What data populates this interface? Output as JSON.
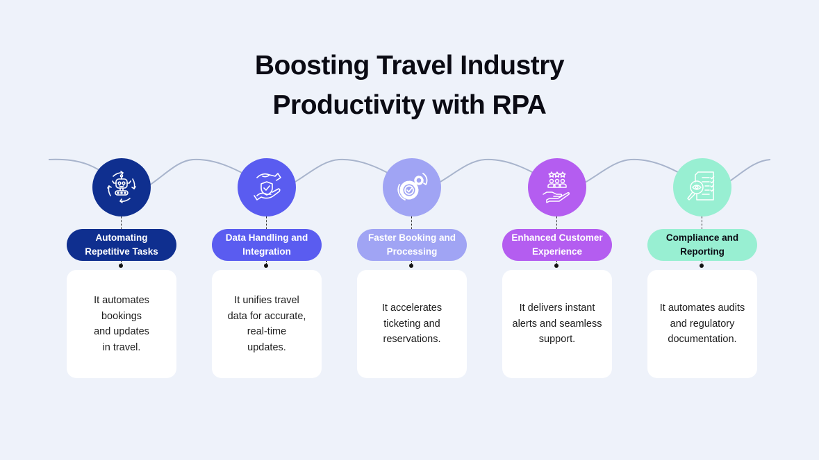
{
  "title": {
    "line1": "Boosting Travel Industry",
    "line2": "Productivity with RPA"
  },
  "steps": [
    {
      "icon": "robot-automation-icon",
      "heading": "Automating\nRepetitive Tasks",
      "description": "It automates\nbookings\nand updates\nin travel.",
      "color": "#0f2f8f",
      "text_color": "#ffffff"
    },
    {
      "icon": "hands-shield-icon",
      "heading": "Data Handling and\nIntegration",
      "description": "It unifies travel\ndata for accurate,\nreal-time\nupdates.",
      "color": "#5a5cf0",
      "text_color": "#ffffff"
    },
    {
      "icon": "gears-check-icon",
      "heading": "Faster Booking and\nProcessing",
      "description": "It accelerates\nticketing and\nreservations.",
      "color": "#a0a4f4",
      "text_color": "#ffffff"
    },
    {
      "icon": "customer-rating-icon",
      "heading": "Enhanced Customer\nExperience",
      "description": "It delivers instant\nalerts and seamless\nsupport.",
      "color": "#b45df0",
      "text_color": "#ffffff"
    },
    {
      "icon": "document-audit-icon",
      "heading": "Compliance and\nReporting",
      "description": "It automates audits\nand regulatory\ndocumentation.",
      "color": "#98efd2",
      "text_color": "#0b0b14"
    }
  ]
}
